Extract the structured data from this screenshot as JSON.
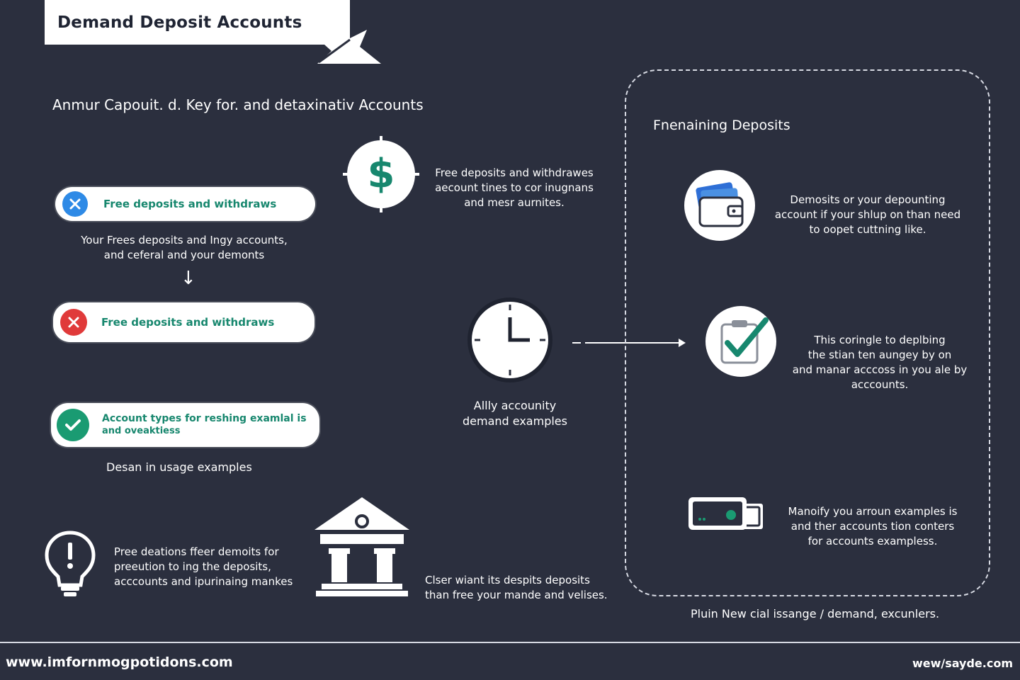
{
  "header": {
    "title": "Demand Deposit Accounts",
    "subtitle": "Anmur Capouit. d. Key for. and detaxinativ Accounts"
  },
  "left_column": {
    "pills": [
      {
        "label": "Free deposits and withdraws",
        "sub": "",
        "icon": "x-icon",
        "icon_color": "#2e8ae6"
      },
      {
        "label": "Free deposits and withdraws",
        "sub": "",
        "icon": "x-icon",
        "icon_color": "#e03a3a"
      },
      {
        "label": "Account types for reshing examlal is",
        "sub": "and oveaktiess",
        "icon": "check-icon",
        "icon_color": "#1a9b72"
      }
    ],
    "note_1": [
      "Your Frees deposits and Ingy accounts,",
      "and ceferal and your demonts"
    ],
    "arrow": "↓",
    "note_3": "Desan in usage examples",
    "bulb_note": [
      "Pree deations ffeer demoits for",
      "preeution to ing the deposits,",
      "acccounts and ipurinaing mankes"
    ]
  },
  "center_column": {
    "dollar_text": [
      "Free deposits and withdrawes",
      "aecount tines to cor inugnans",
      "and mesr aurnites."
    ],
    "dollar_symbol": "$",
    "clock_text": [
      "Allly accounity",
      "demand examples"
    ],
    "bank_text": [
      "Clser wiant its despits deposits",
      "than free your mande and velises."
    ]
  },
  "right_panel": {
    "heading": "Fnenaining Deposits",
    "items": [
      {
        "icon": "wallet-icon",
        "text": [
          "Demosits or your depounting",
          "account if your shlup on than need",
          "to oopet cuttning like."
        ]
      },
      {
        "icon": "checklist-icon",
        "text": [
          "This coringle to deplbing",
          "the stian ten aungey by on",
          "and manar acccoss in you ale by",
          "acccounts."
        ]
      },
      {
        "icon": "card-icon",
        "text": [
          "Manoify you arroun examples is",
          "and ther accounts tion conters",
          "for accounts exampless."
        ]
      }
    ],
    "footer_note": "Pluin New cial issange / demand, excunlers."
  },
  "footer": {
    "left": "www.imfornmogpotidons.com",
    "right": "wew/sayde.com"
  },
  "colors": {
    "background": "#2b2f3e",
    "accent_green": "#17876e",
    "blue": "#2e8ae6",
    "red": "#e03a3a"
  }
}
